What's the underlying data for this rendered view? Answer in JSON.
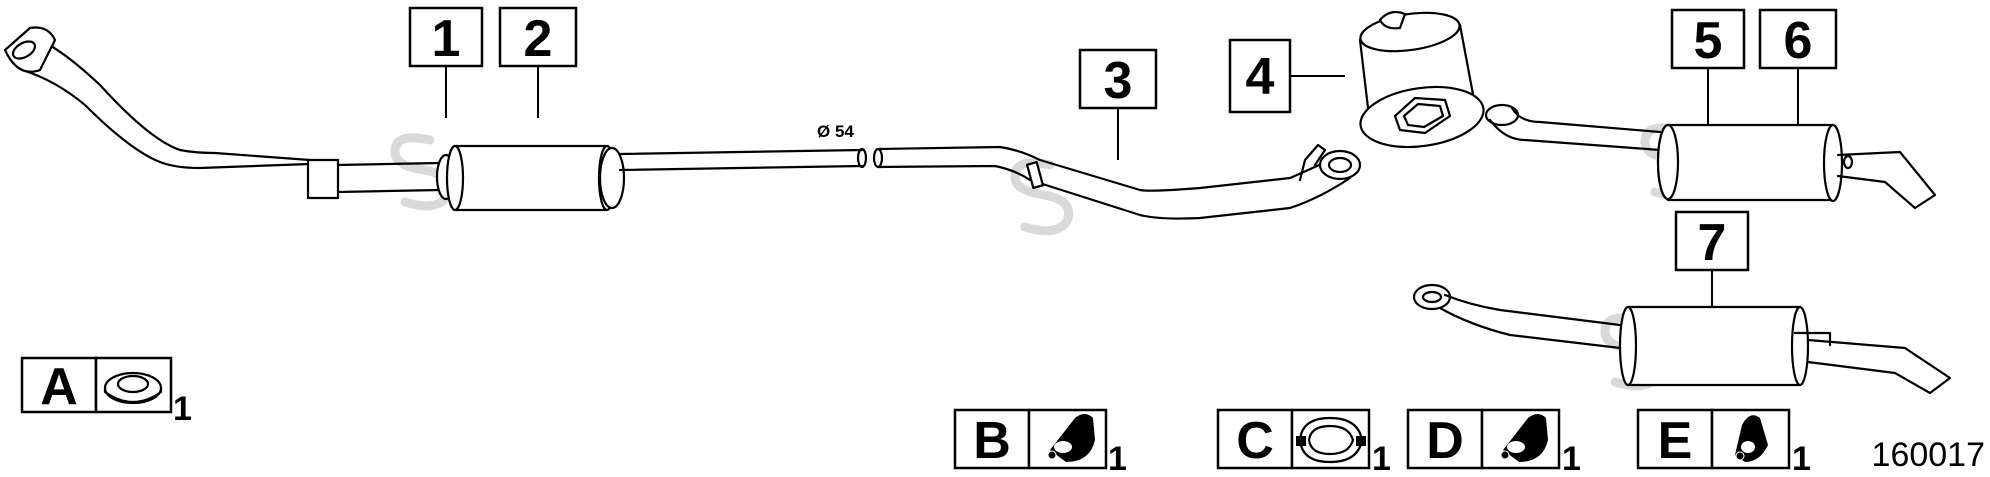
{
  "callouts": {
    "c1": "1",
    "c2": "2",
    "c3": "3",
    "c4": "4",
    "c5": "5",
    "c6": "6",
    "c7": "7"
  },
  "pipe_diameter": "Ø 54",
  "accessories": {
    "a": {
      "letter": "A",
      "qty": "1",
      "icon": "gasket-ring-icon"
    },
    "b": {
      "letter": "B",
      "qty": "1",
      "icon": "rubber-hanger-icon"
    },
    "c": {
      "letter": "C",
      "qty": "1",
      "icon": "pipe-clamp-icon"
    },
    "d": {
      "letter": "D",
      "qty": "1",
      "icon": "rubber-hanger-icon"
    },
    "e": {
      "letter": "E",
      "qty": "1",
      "icon": "rubber-hanger-icon"
    }
  },
  "drawing_number": "160017",
  "colors": {
    "line": "#000000",
    "watermark": "#d9d9d9",
    "background": "#ffffff"
  }
}
